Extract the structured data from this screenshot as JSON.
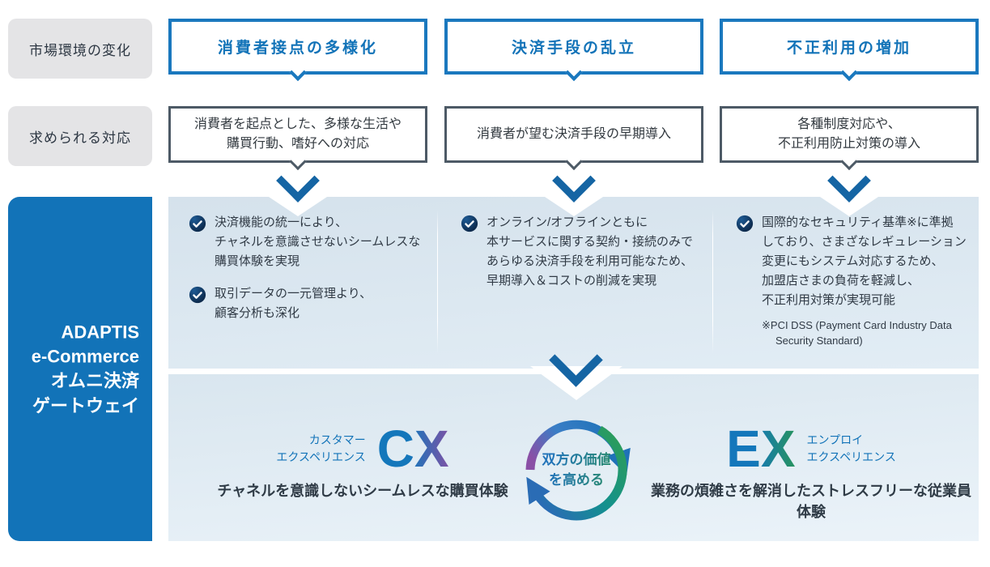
{
  "colors": {
    "accent_blue": "#1273b8",
    "border_blue": "#1a78be",
    "slate": "#4d5a66",
    "navy_check": "#0d2b4e",
    "purple": "#7e52a5",
    "green": "#27935d",
    "panel_light_blue": "#dbe7f0",
    "gray_label_bg": "#e4e4e6"
  },
  "rows": {
    "market": {
      "label": "市場環境の変化",
      "boxes": [
        "消費者接点の多様化",
        "決済手段の乱立",
        "不正利用の増加"
      ]
    },
    "response": {
      "label": "求められる対応",
      "boxes": [
        "消費者を起点とした、多様な生活や\n購買行動、嗜好への対応",
        "消費者が望む決済手段の早期導入",
        "各種制度対応や、\n不正利用防止対策の導入"
      ]
    }
  },
  "service": {
    "name": "ADAPTIS\ne-Commerce\nオムニ決済\nゲートウェイ"
  },
  "benefits": {
    "columns": [
      {
        "items": [
          "決済機能の統一により、\nチャネルを意識させないシームレスな\n購買体験を実現",
          "取引データの一元管理より、\n顧客分析も深化"
        ]
      },
      {
        "items": [
          "オンライン/オフラインともに\n本サービスに関する契約・接続のみで\nあらゆる決済手段を利用可能なため、\n早期導入＆コストの削減を実現"
        ]
      },
      {
        "items": [
          "国際的なセキュリティ基準※に準拠\nしており、さまざなレギュレーション\n変更にもシステム対応するため、\n加盟店さまの負荷を軽減し、\n不正利用対策が実現可能"
        ],
        "footnote": "※PCI DSS (Payment Card Industry Data\nSecurity Standard)"
      }
    ]
  },
  "outcome": {
    "cx": {
      "label": "カスタマー\nエクスペリエンス",
      "letters": "CX",
      "caption": "チャネルを意識しないシームレスな購買体験"
    },
    "cycle": {
      "text": "双方の価値\nを高める"
    },
    "ex": {
      "letters": "EX",
      "label": "エンプロイ\nエクスペリエンス",
      "caption": "業務の煩雑さを解消したストレスフリーな従業員体験"
    }
  }
}
